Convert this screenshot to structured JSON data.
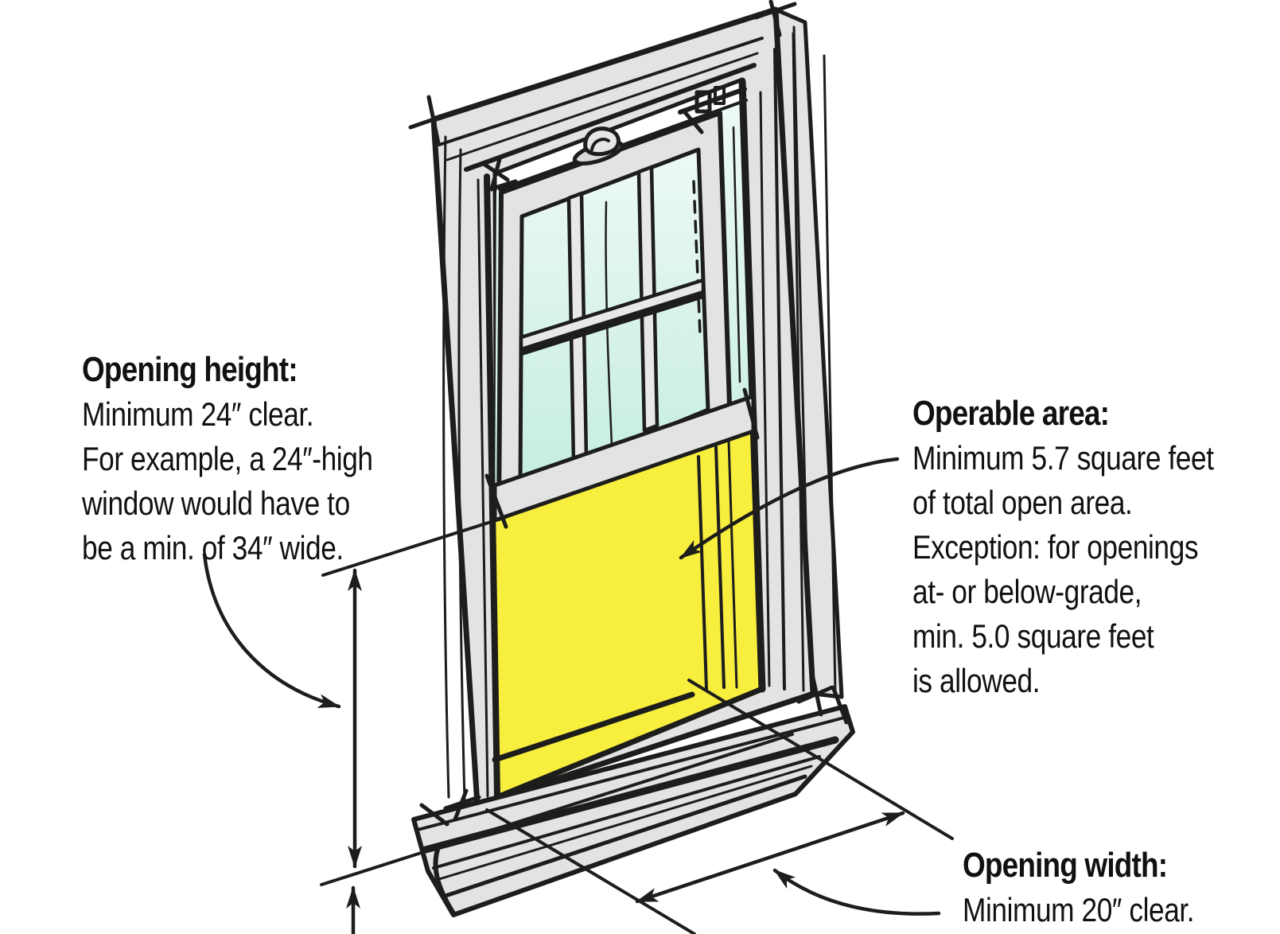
{
  "figure": {
    "description": "Hand-drawn diagram of a double-hung egress window with the open lower-sash area highlighted in yellow, annotated with minimum opening requirements",
    "notes": {
      "height": {
        "title": "Opening height:",
        "line1": "Minimum 24″ clear.",
        "line2": "For example, a 24″-high",
        "line3": "window would have to",
        "line4": "be a min. of 34″ wide."
      },
      "operable": {
        "title": "Operable area:",
        "line1": "Minimum 5.7 square feet",
        "line2": "of total open area.",
        "line3": "Exception: for openings",
        "line4": "at- or below-grade,",
        "line5": "min. 5.0 square feet",
        "line6": "is allowed."
      },
      "width": {
        "title": "Opening width:",
        "line1": "Minimum 20″ clear."
      }
    },
    "colors": {
      "highlight_yellow": "#F8EE3E",
      "glass_mint_top": "#EDF9F5",
      "glass_mint_bottom": "#C4EDE0",
      "frame_gray": "#E3E3E3",
      "line_black": "#1D1D1B"
    }
  }
}
